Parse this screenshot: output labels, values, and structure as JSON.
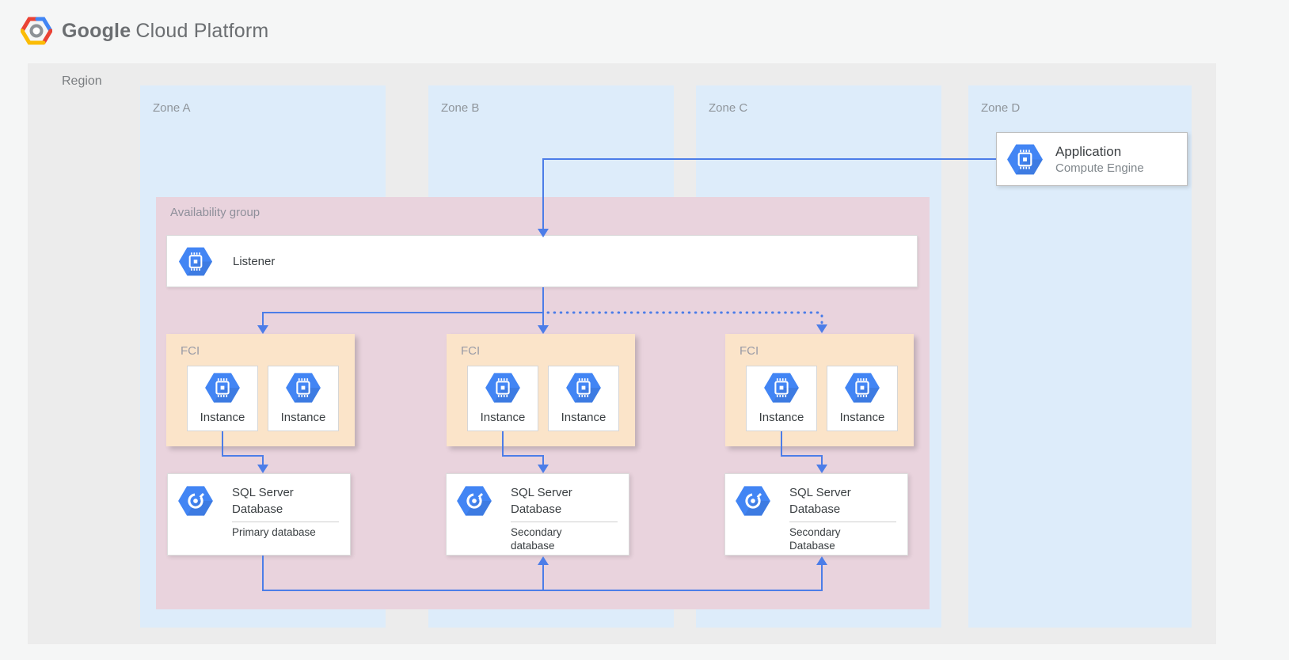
{
  "header": {
    "logo": {
      "bold": "Google",
      "light": "Cloud Platform"
    }
  },
  "region": {
    "label": "Region"
  },
  "zones": [
    {
      "label": "Zone A"
    },
    {
      "label": "Zone B"
    },
    {
      "label": "Zone C"
    },
    {
      "label": "Zone D"
    }
  ],
  "availability_group": {
    "label": "Availability group"
  },
  "listener": {
    "label": "Listener",
    "icon": "compute-engine-icon"
  },
  "fci_groups": [
    {
      "label": "FCI",
      "instances": [
        {
          "label": "Instance",
          "icon": "compute-engine-icon"
        },
        {
          "label": "Instance",
          "icon": "compute-engine-icon"
        }
      ]
    },
    {
      "label": "FCI",
      "instances": [
        {
          "label": "Instance",
          "icon": "compute-engine-icon"
        },
        {
          "label": "Instance",
          "icon": "compute-engine-icon"
        }
      ]
    },
    {
      "label": "FCI",
      "instances": [
        {
          "label": "Instance",
          "icon": "compute-engine-icon"
        },
        {
          "label": "Instance",
          "icon": "compute-engine-icon"
        }
      ]
    }
  ],
  "databases": [
    {
      "title": "SQL Server\nDatabase",
      "sub_label": "Primary database",
      "icon": "cloud-sql-icon"
    },
    {
      "title": "SQL Server\nDatabase",
      "sub_label": "Secondary\ndatabase",
      "icon": "cloud-sql-icon"
    },
    {
      "title": "SQL Server\nDatabase",
      "sub_label": "Secondary\nDatabase",
      "icon": "cloud-sql-icon"
    }
  ],
  "application": {
    "title": "Application",
    "subtitle": "Compute Engine",
    "icon": "compute-engine-icon"
  },
  "colors": {
    "accent_blue": "#4c7de8",
    "icon_blue": "#4285f4",
    "zone_fill": "#ddecfa",
    "availability_fill": "#e9d3dd",
    "fci_fill": "#fbe4c9",
    "region_fill": "#ececec",
    "page_bg": "#f5f6f6",
    "logo_red": "#ea4335",
    "logo_yellow": "#fbbc05"
  }
}
